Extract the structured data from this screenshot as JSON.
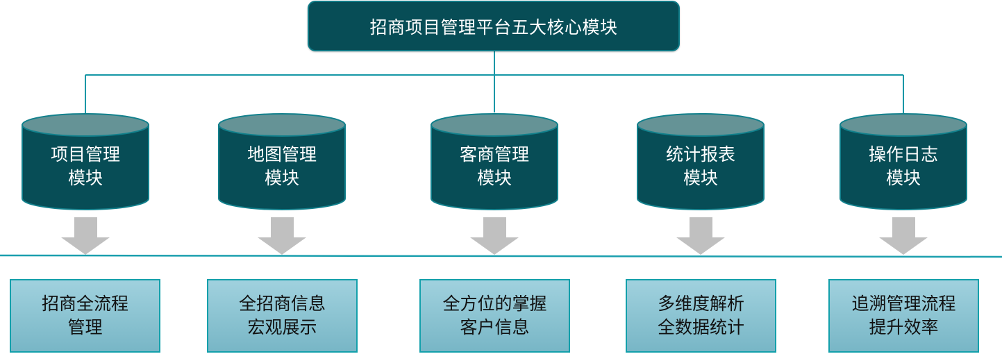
{
  "title": "招商项目管理平台五大核心模块",
  "colors": {
    "title_fill": "#074d56",
    "title_border": "#0e7a86",
    "connector": "#1497a6",
    "cylinder_body": "#074d56",
    "cylinder_top": "#659396",
    "cylinder_edge": "#12808c",
    "arrow": "#c0c0c0",
    "divider": "#1a9fae",
    "box_border": "#13a0ab"
  },
  "modules": [
    {
      "line1": "项目管理",
      "line2": "模块",
      "connected": true,
      "result": {
        "line1": "招商全流程",
        "line2": "管理"
      }
    },
    {
      "line1": "地图管理",
      "line2": "模块",
      "connected": false,
      "result": {
        "line1": "全招商信息",
        "line2": "宏观展示"
      }
    },
    {
      "line1": "客商管理",
      "line2": "模块",
      "connected": true,
      "result": {
        "line1": "全方位的掌握",
        "line2": "客户信息"
      }
    },
    {
      "line1": "统计报表",
      "line2": "模块",
      "connected": false,
      "result": {
        "line1": "多维度解析",
        "line2": "全数据统计"
      }
    },
    {
      "line1": "操作日志",
      "line2": "模块",
      "connected": true,
      "result": {
        "line1": "追溯管理流程",
        "line2": "提升效率"
      }
    }
  ]
}
